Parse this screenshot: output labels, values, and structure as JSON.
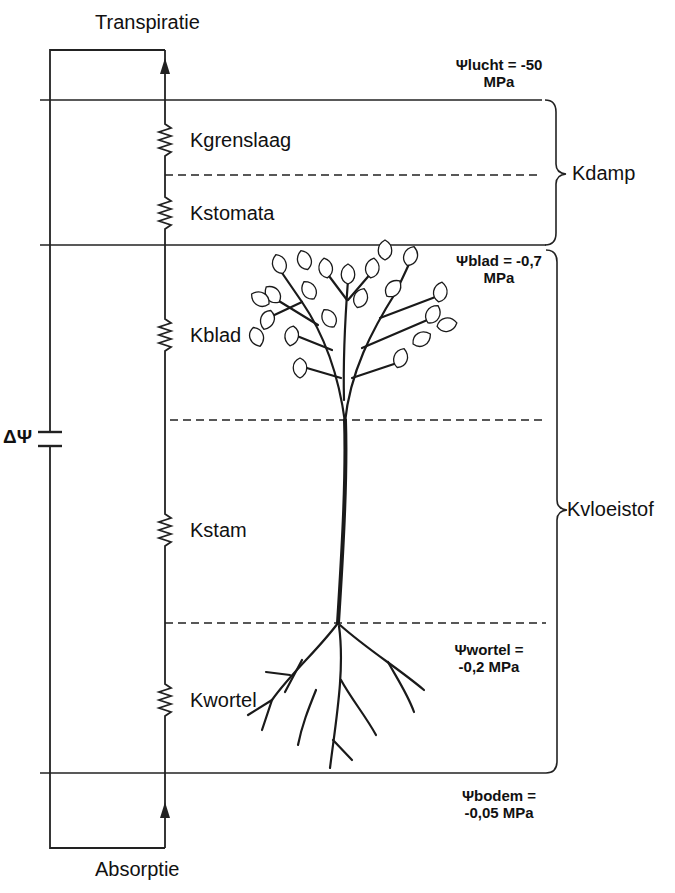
{
  "diagram": {
    "labels": [
      "Transpiratie",
      "Ψlucht = -50 MPa",
      "Kgrenslaag",
      "Kdamp",
      "Kstomata",
      "Ψblad = -0,7 MPa",
      "Kblad",
      "ΔΨ",
      "Kstam",
      "Kvloeistof",
      "Ψwortel = -0,2 MPa",
      "Kwortel",
      "Ψbodem = -0,05 MPa",
      "Absorptie"
    ]
  }
}
